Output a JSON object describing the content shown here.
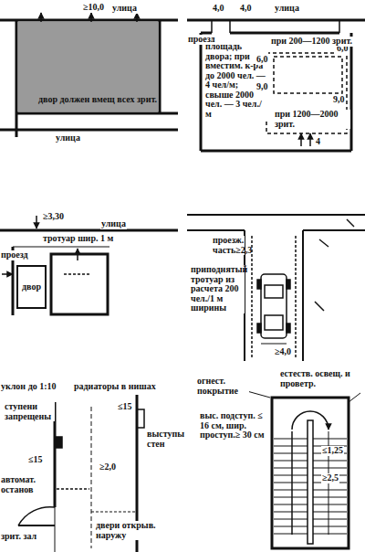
{
  "diagram": {
    "nodes": [
      {
        "text": [
          "двор должен вмещ всех зрит."
        ]
      },
      {
        "text": [
          "двор"
        ]
      }
    ],
    "labels": [
      "улица",
      "≥10,0",
      "улица",
      "4,0",
      "4,0",
      "улица",
      "проезд",
      "площадь двора; при вместим. к-ра до 2000 чел. — 4 чел/м; свыше 2000 чел. — 3 чел./м",
      "6,0",
      "6,0",
      "при 200—1200 зрит.",
      "9,0",
      "9,0",
      "при 1200—2000 зрит.",
      "4",
      "≥3,30",
      "улица",
      "тротуар шир. 1 м",
      "проезд",
      "проезж. часть≥2,3",
      "приподнятый тротуар из расчета 200 чел./1 м ширины",
      "≥4,0",
      "уклон до 1:10",
      "ступени запрещены",
      "радиаторы в нишах",
      "≤15",
      "выступы стен",
      "≤15",
      "≥2,0",
      "автомат. останов",
      "зрит. зал",
      "двери открыв. наружу",
      "огнест. покрытие",
      "естеств. освещ. и проветр.",
      "выс. подступ. ≤ 16 см, шир. проступ.≥ 30 см",
      "≤1,25",
      "≥2,5"
    ]
  }
}
